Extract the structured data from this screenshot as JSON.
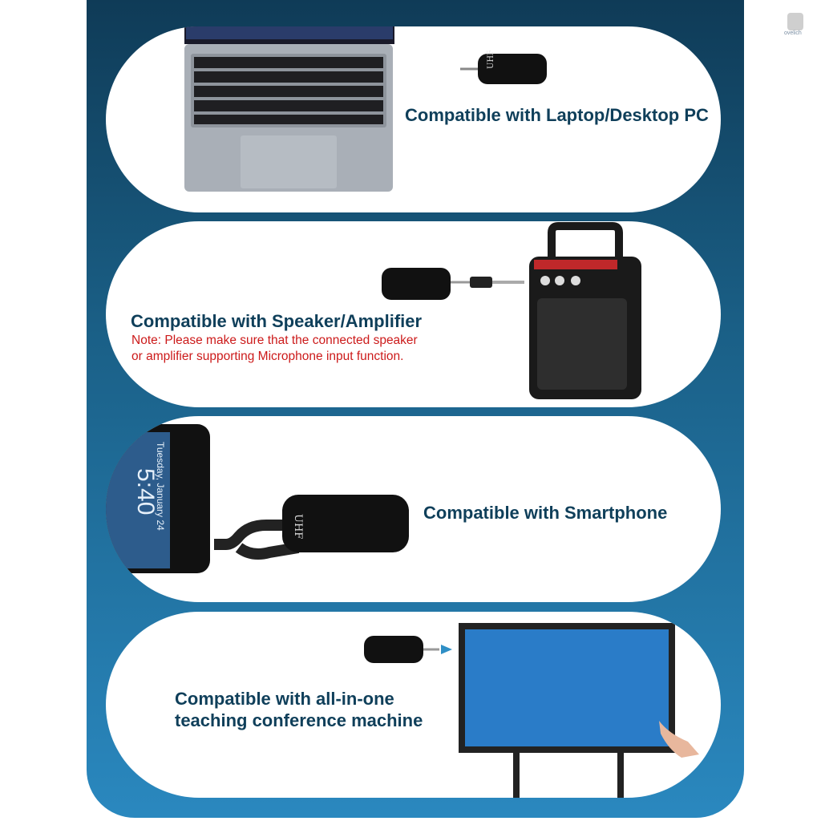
{
  "brand": {
    "logo_text": "ovelich"
  },
  "device_label": "UHF",
  "cards": [
    {
      "title": "Compatible with Laptop/Desktop PC"
    },
    {
      "title": "Compatible with Speaker/Amplifier",
      "note_line1": "Note: Please make sure that the connected speaker",
      "note_line2": "or amplifier supporting Microphone input function."
    },
    {
      "title": "Compatible with Smartphone",
      "phone_time": "5:40",
      "phone_date": "Tuesday, January 24"
    },
    {
      "title_line1": "Compatible with all-in-one",
      "title_line2": "teaching conference machine"
    }
  ],
  "colors": {
    "accent": "#0f3f5a",
    "note": "#cc1a1a",
    "panel_top": "#0f3b57",
    "panel_bottom": "#2a88bf"
  }
}
